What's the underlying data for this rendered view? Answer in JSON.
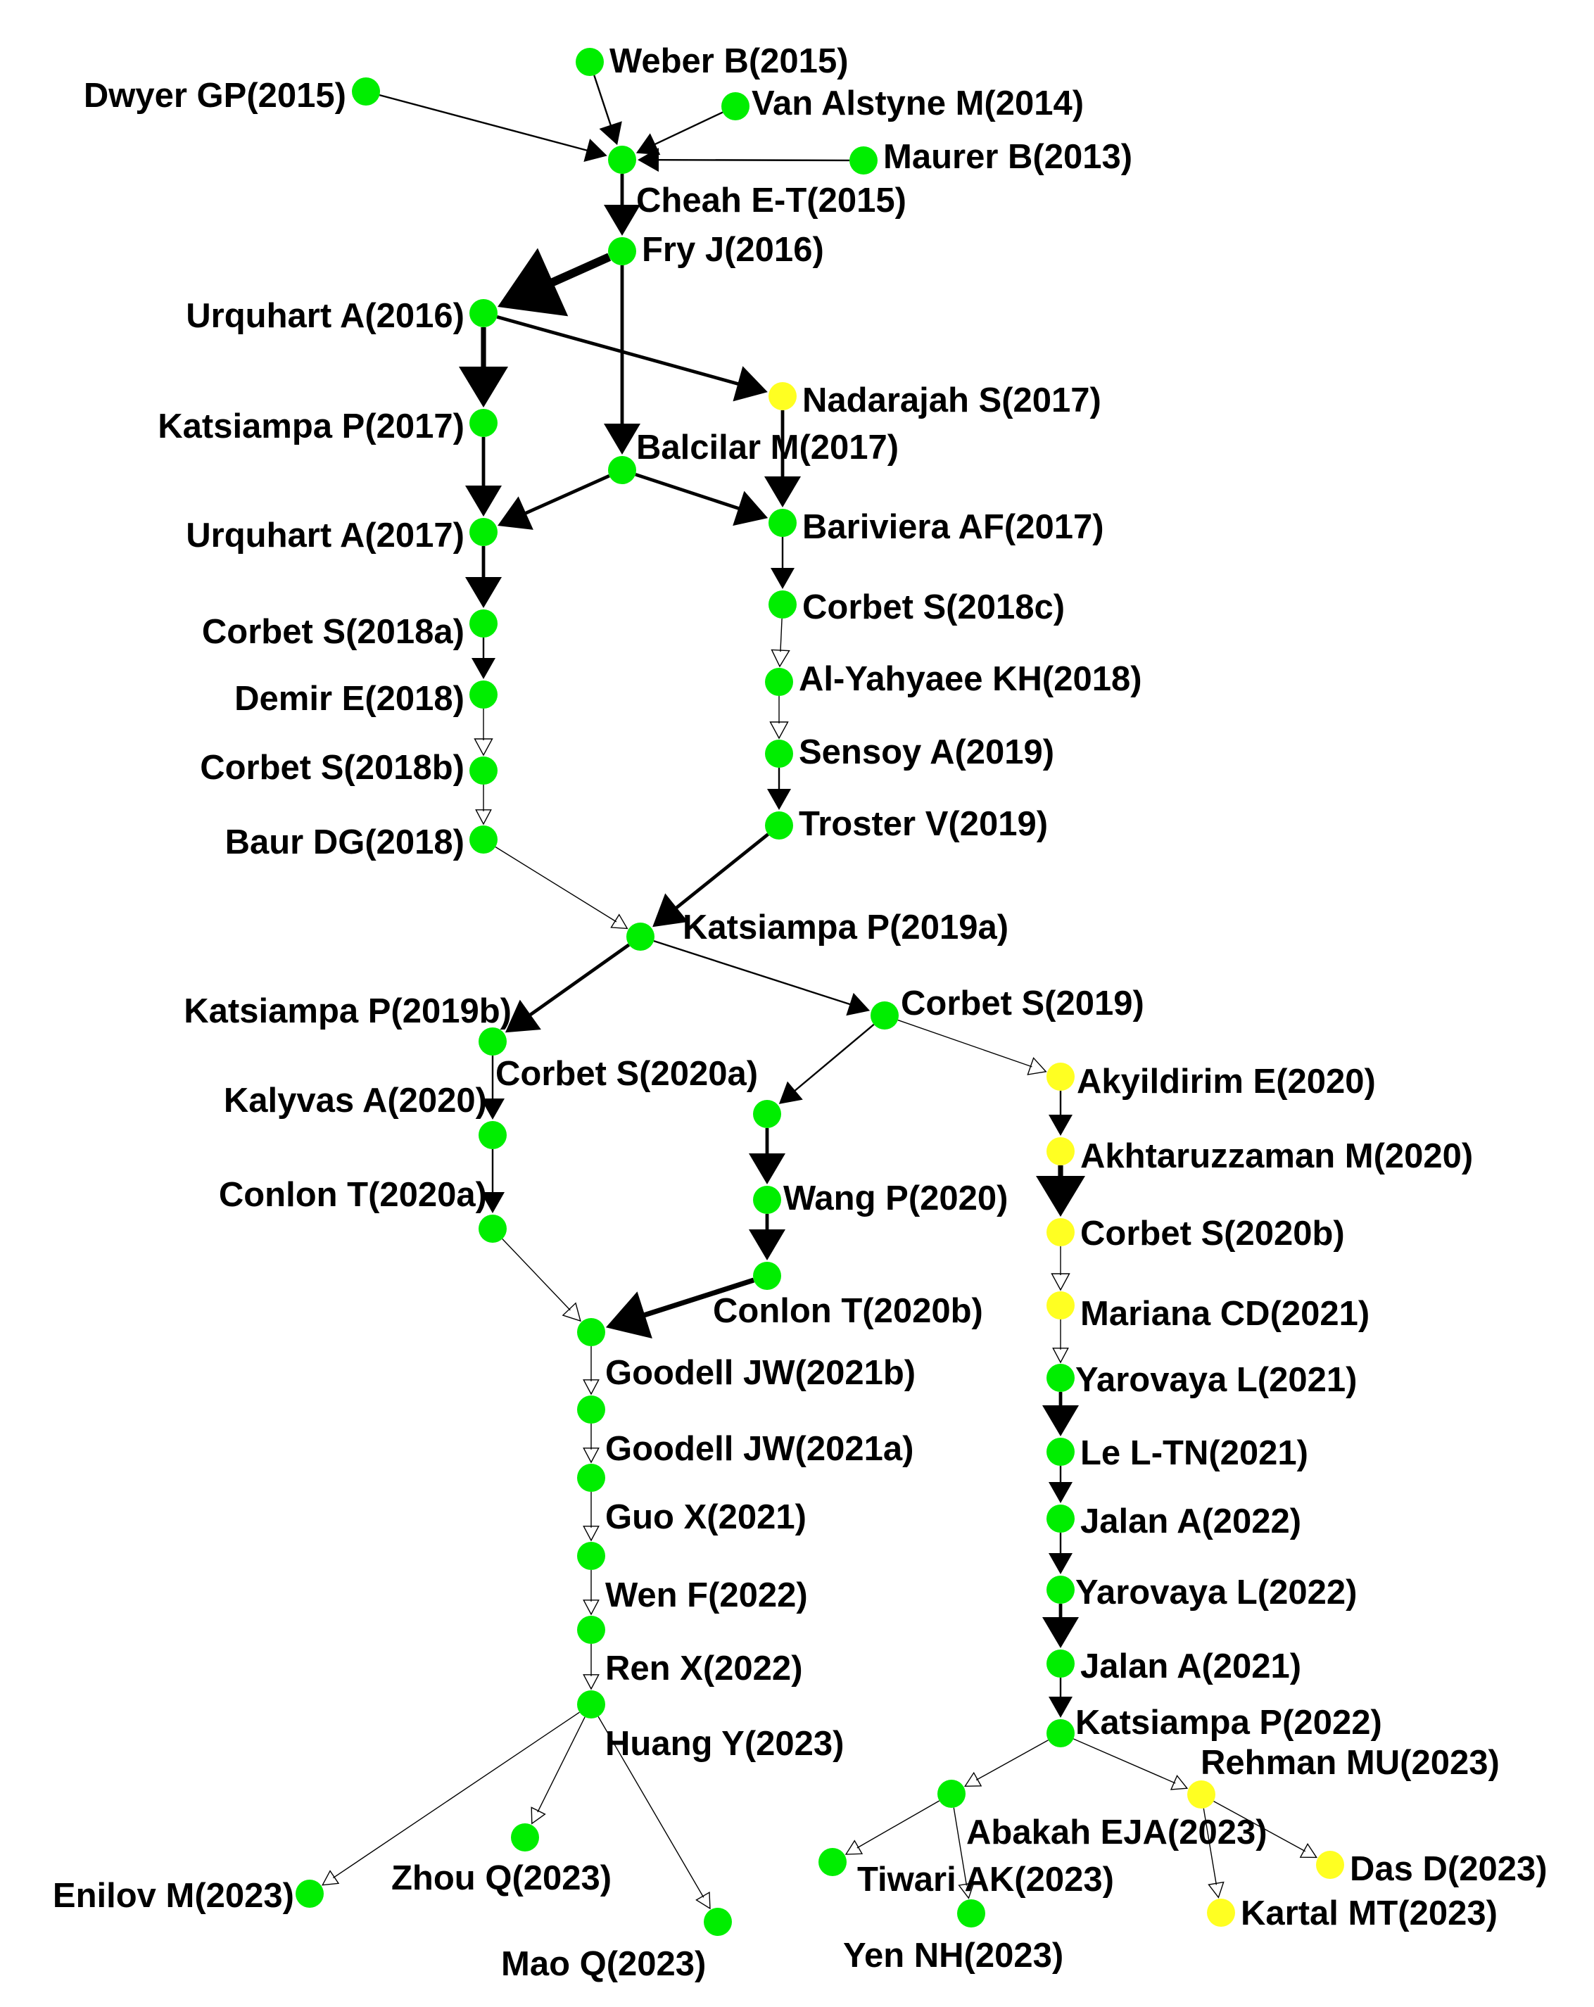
{
  "colors": {
    "green": "#00ee00",
    "yellow": "#ffff22",
    "edge": "#000000"
  },
  "nodes": [
    {
      "id": "dwyer2015",
      "label": "Dwyer GP(2015)",
      "color": "green"
    },
    {
      "id": "weber2015",
      "label": "Weber B(2015)",
      "color": "green"
    },
    {
      "id": "vanalstyne2014",
      "label": "Van Alstyne M(2014)",
      "color": "green"
    },
    {
      "id": "maurer2013",
      "label": "Maurer B(2013)",
      "color": "green"
    },
    {
      "id": "cheah2015",
      "label": "Cheah E-T(2015)",
      "color": "green"
    },
    {
      "id": "fry2016",
      "label": "Fry J(2016)",
      "color": "green"
    },
    {
      "id": "urquhart2016",
      "label": "Urquhart A(2016)",
      "color": "green"
    },
    {
      "id": "nadarajah2017",
      "label": "Nadarajah S(2017)",
      "color": "yellow"
    },
    {
      "id": "katsiampa2017",
      "label": "Katsiampa P(2017)",
      "color": "green"
    },
    {
      "id": "balcilar2017",
      "label": "Balcilar M(2017)",
      "color": "green"
    },
    {
      "id": "urquhart2017",
      "label": "Urquhart A(2017)",
      "color": "green"
    },
    {
      "id": "bariviera2017",
      "label": "Bariviera AF(2017)",
      "color": "green"
    },
    {
      "id": "corbet2018a",
      "label": "Corbet S(2018a)",
      "color": "green"
    },
    {
      "id": "corbet2018c",
      "label": "Corbet S(2018c)",
      "color": "green"
    },
    {
      "id": "demir2018",
      "label": "Demir E(2018)",
      "color": "green"
    },
    {
      "id": "alyahyaee2018",
      "label": "Al-Yahyaee KH(2018)",
      "color": "green"
    },
    {
      "id": "corbet2018b",
      "label": "Corbet S(2018b)",
      "color": "green"
    },
    {
      "id": "sensoy2019",
      "label": "Sensoy A(2019)",
      "color": "green"
    },
    {
      "id": "baur2018",
      "label": "Baur DG(2018)",
      "color": "green"
    },
    {
      "id": "troster2019",
      "label": "Troster V(2019)",
      "color": "green"
    },
    {
      "id": "katsiampa2019a",
      "label": "Katsiampa P(2019a)",
      "color": "green"
    },
    {
      "id": "katsiampa2019b",
      "label": "Katsiampa P(2019b)",
      "color": "green"
    },
    {
      "id": "corbet2019",
      "label": "Corbet S(2019)",
      "color": "green"
    },
    {
      "id": "corbet2020a",
      "label": "Corbet S(2020a)",
      "color": "green"
    },
    {
      "id": "akyildirim2020",
      "label": "Akyildirim E(2020)",
      "color": "yellow"
    },
    {
      "id": "kalyvas2020",
      "label": "Kalyvas A(2020)",
      "color": "green"
    },
    {
      "id": "akhtaruzzaman2020",
      "label": "Akhtaruzzaman M(2020)",
      "color": "yellow"
    },
    {
      "id": "conlon2020a",
      "label": "Conlon T(2020a)",
      "color": "green"
    },
    {
      "id": "wang2020",
      "label": "Wang P(2020)",
      "color": "green"
    },
    {
      "id": "corbet2020b",
      "label": "Corbet S(2020b)",
      "color": "yellow"
    },
    {
      "id": "conlon2020b",
      "label": "Conlon T(2020b)",
      "color": "green"
    },
    {
      "id": "mariana2021",
      "label": "Mariana CD(2021)",
      "color": "yellow"
    },
    {
      "id": "goodell2021b",
      "label": "Goodell JW(2021b)",
      "color": "green"
    },
    {
      "id": "yarovaya2021",
      "label": "Yarovaya L(2021)",
      "color": "green"
    },
    {
      "id": "goodell2021a",
      "label": "Goodell JW(2021a)",
      "color": "green"
    },
    {
      "id": "le2021",
      "label": "Le L-TN(2021)",
      "color": "green"
    },
    {
      "id": "guo2021",
      "label": "Guo X(2021)",
      "color": "green"
    },
    {
      "id": "jalan2022",
      "label": "Jalan A(2022)",
      "color": "green"
    },
    {
      "id": "wen2022",
      "label": "Wen F(2022)",
      "color": "green"
    },
    {
      "id": "yarovaya2022",
      "label": "Yarovaya L(2022)",
      "color": "green"
    },
    {
      "id": "ren2022",
      "label": "Ren X(2022)",
      "color": "green"
    },
    {
      "id": "jalan2021",
      "label": "Jalan A(2021)",
      "color": "green"
    },
    {
      "id": "huang2023",
      "label": "Huang Y(2023)",
      "color": "green"
    },
    {
      "id": "katsiampa2022",
      "label": "Katsiampa P(2022)",
      "color": "green"
    },
    {
      "id": "rehman2023",
      "label": "Rehman MU(2023)",
      "color": "yellow"
    },
    {
      "id": "abakah2023",
      "label": "Abakah EJA(2023)",
      "color": "green"
    },
    {
      "id": "das2023",
      "label": "Das D(2023)",
      "color": "yellow"
    },
    {
      "id": "tiwari2023",
      "label": "Tiwari AK(2023)",
      "color": "green"
    },
    {
      "id": "kartal2023",
      "label": "Kartal MT(2023)",
      "color": "yellow"
    },
    {
      "id": "enilov2023",
      "label": "Enilov M(2023)",
      "color": "green"
    },
    {
      "id": "zhou2023",
      "label": "Zhou Q(2023)",
      "color": "green"
    },
    {
      "id": "mao2023",
      "label": "Mao Q(2023)",
      "color": "green"
    },
    {
      "id": "yen2023",
      "label": "Yen NH(2023)",
      "color": "green"
    }
  ],
  "edges": [
    {
      "from": "dwyer2015",
      "to": "cheah2015",
      "weight": 1
    },
    {
      "from": "weber2015",
      "to": "cheah2015",
      "weight": 1
    },
    {
      "from": "vanalstyne2014",
      "to": "cheah2015",
      "weight": 1
    },
    {
      "from": "maurer2013",
      "to": "cheah2015",
      "weight": 1
    },
    {
      "from": "cheah2015",
      "to": "fry2016",
      "weight": 2
    },
    {
      "from": "fry2016",
      "to": "urquhart2016",
      "weight": 5
    },
    {
      "from": "fry2016",
      "to": "balcilar2017",
      "weight": 2
    },
    {
      "from": "urquhart2016",
      "to": "katsiampa2017",
      "weight": 3
    },
    {
      "from": "urquhart2016",
      "to": "nadarajah2017",
      "weight": 2
    },
    {
      "from": "katsiampa2017",
      "to": "urquhart2017",
      "weight": 2
    },
    {
      "from": "balcilar2017",
      "to": "urquhart2017",
      "weight": 2
    },
    {
      "from": "balcilar2017",
      "to": "bariviera2017",
      "weight": 2
    },
    {
      "from": "nadarajah2017",
      "to": "bariviera2017",
      "weight": 2
    },
    {
      "from": "urquhart2017",
      "to": "corbet2018a",
      "weight": 2
    },
    {
      "from": "bariviera2017",
      "to": "corbet2018c",
      "weight": 1
    },
    {
      "from": "corbet2018a",
      "to": "demir2018",
      "weight": 1
    },
    {
      "from": "corbet2018c",
      "to": "alyahyaee2018",
      "weight": 0.5
    },
    {
      "from": "demir2018",
      "to": "corbet2018b",
      "weight": 0.5
    },
    {
      "from": "alyahyaee2018",
      "to": "sensoy2019",
      "weight": 0.5
    },
    {
      "from": "corbet2018b",
      "to": "baur2018",
      "weight": 0.3
    },
    {
      "from": "sensoy2019",
      "to": "troster2019",
      "weight": 1
    },
    {
      "from": "baur2018",
      "to": "katsiampa2019a",
      "weight": 0.3
    },
    {
      "from": "troster2019",
      "to": "katsiampa2019a",
      "weight": 2
    },
    {
      "from": "katsiampa2019a",
      "to": "katsiampa2019b",
      "weight": 2
    },
    {
      "from": "katsiampa2019a",
      "to": "corbet2019",
      "weight": 1
    },
    {
      "from": "katsiampa2019b",
      "to": "kalyvas2020",
      "weight": 1
    },
    {
      "from": "corbet2019",
      "to": "corbet2020a",
      "weight": 1
    },
    {
      "from": "corbet2019",
      "to": "akyildirim2020",
      "weight": 0.5
    },
    {
      "from": "akyildirim2020",
      "to": "akhtaruzzaman2020",
      "weight": 1
    },
    {
      "from": "kalyvas2020",
      "to": "conlon2020a",
      "weight": 1
    },
    {
      "from": "corbet2020a",
      "to": "wang2020",
      "weight": 2
    },
    {
      "from": "akhtaruzzaman2020",
      "to": "corbet2020b",
      "weight": 3
    },
    {
      "from": "wang2020",
      "to": "conlon2020b",
      "weight": 2
    },
    {
      "from": "conlon2020a",
      "to": "goodell2021b",
      "weight": 0.5
    },
    {
      "from": "conlon2020b",
      "to": "goodell2021b",
      "weight": 3
    },
    {
      "from": "corbet2020b",
      "to": "mariana2021",
      "weight": 0.5
    },
    {
      "from": "mariana2021",
      "to": "yarovaya2021",
      "weight": 0.3
    },
    {
      "from": "goodell2021b",
      "to": "goodell2021a",
      "weight": 0.3
    },
    {
      "from": "yarovaya2021",
      "to": "le2021",
      "weight": 2
    },
    {
      "from": "goodell2021a",
      "to": "guo2021",
      "weight": 0.3
    },
    {
      "from": "le2021",
      "to": "jalan2022",
      "weight": 1
    },
    {
      "from": "guo2021",
      "to": "wen2022",
      "weight": 0.3
    },
    {
      "from": "jalan2022",
      "to": "yarovaya2022",
      "weight": 1
    },
    {
      "from": "wen2022",
      "to": "ren2022",
      "weight": 0.3
    },
    {
      "from": "yarovaya2022",
      "to": "jalan2021",
      "weight": 2
    },
    {
      "from": "ren2022",
      "to": "huang2023",
      "weight": 0.3
    },
    {
      "from": "jalan2021",
      "to": "katsiampa2022",
      "weight": 1
    },
    {
      "from": "huang2023",
      "to": "enilov2023",
      "weight": 0.3
    },
    {
      "from": "huang2023",
      "to": "zhou2023",
      "weight": 0.3
    },
    {
      "from": "huang2023",
      "to": "mao2023",
      "weight": 0.3
    },
    {
      "from": "katsiampa2022",
      "to": "abakah2023",
      "weight": 0.3
    },
    {
      "from": "katsiampa2022",
      "to": "rehman2023",
      "weight": 0.3
    },
    {
      "from": "rehman2023",
      "to": "das2023",
      "weight": 0.3
    },
    {
      "from": "rehman2023",
      "to": "kartal2023",
      "weight": 0.3
    },
    {
      "from": "abakah2023",
      "to": "tiwari2023",
      "weight": 0.3
    },
    {
      "from": "abakah2023",
      "to": "yen2023",
      "weight": 0.3
    }
  ]
}
